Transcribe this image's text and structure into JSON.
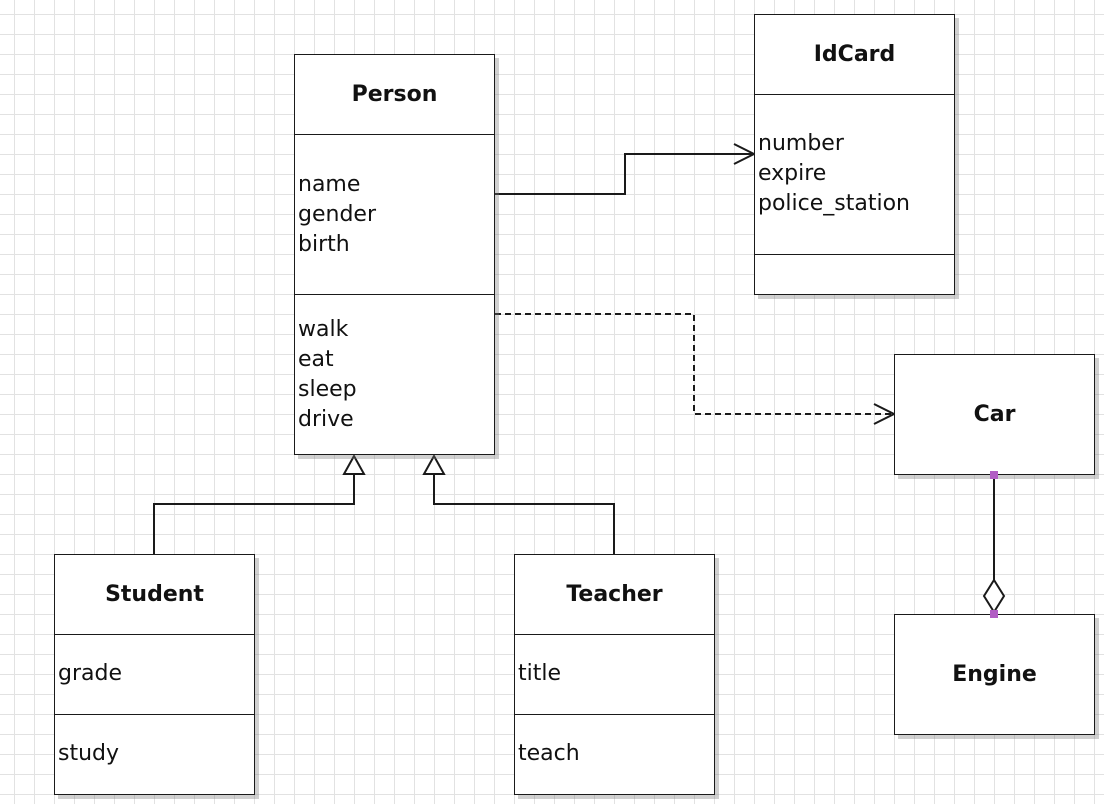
{
  "diagram": {
    "classes": {
      "person": {
        "name": "Person",
        "attributes": [
          "name",
          "gender",
          "birth"
        ],
        "operations": [
          "walk",
          "eat",
          "sleep",
          "drive"
        ]
      },
      "idcard": {
        "name": "IdCard",
        "attributes": [
          "number",
          "expire",
          "police_station"
        ],
        "operations": []
      },
      "car": {
        "name": "Car"
      },
      "engine": {
        "name": "Engine"
      },
      "student": {
        "name": "Student",
        "attributes": [
          "grade"
        ],
        "operations": [
          "study"
        ]
      },
      "teacher": {
        "name": "Teacher",
        "attributes": [
          "title"
        ],
        "operations": [
          "teach"
        ]
      }
    },
    "relationships": [
      {
        "type": "association",
        "from": "Person",
        "to": "IdCard"
      },
      {
        "type": "dependency",
        "from": "Person",
        "to": "Car"
      },
      {
        "type": "generalization",
        "from": "Student",
        "to": "Person"
      },
      {
        "type": "generalization",
        "from": "Teacher",
        "to": "Person"
      },
      {
        "type": "aggregation",
        "from": "Engine",
        "to": "Car"
      }
    ],
    "colors": {
      "line": "#1a1a1a",
      "grid": "#e2e2e2",
      "endpoint": "#b25dc4"
    }
  }
}
